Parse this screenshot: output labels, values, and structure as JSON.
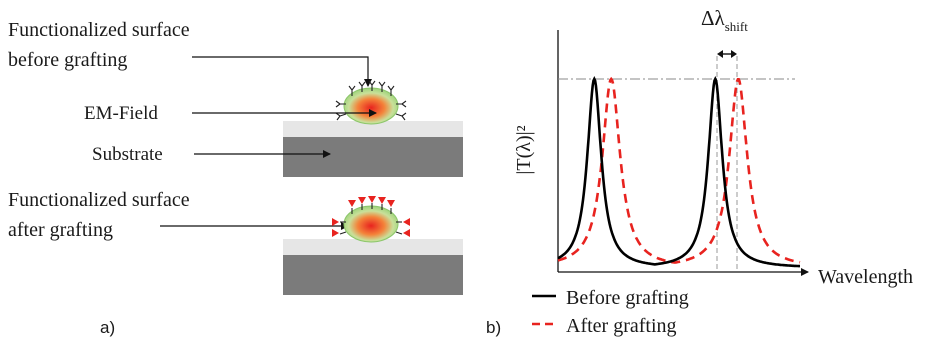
{
  "panel_a": {
    "label": "a)",
    "before_label_line1": "Functionalized surface",
    "before_label_line2": "before grafting",
    "em_field_label": "EM-Field",
    "substrate_label": "Substrate",
    "after_label_line1": "Functionalized surface",
    "after_label_line2": "after grafting"
  },
  "panel_b": {
    "label": "b)",
    "delta_symbol": "Δλ",
    "delta_subscript": "shift",
    "legend": [
      {
        "label": "Before grafting",
        "style": "solid",
        "color": "#000000"
      },
      {
        "label": "After grafting",
        "style": "dashed",
        "color": "#e8231f"
      }
    ]
  },
  "chart_data": {
    "type": "line",
    "xlabel": "Wavelength",
    "ylabel": "|T(λ)|²",
    "series": [
      {
        "name": "Before grafting",
        "resonances": [
          0.15,
          0.65
        ],
        "width": 0.035,
        "color": "#000000",
        "dash": false
      },
      {
        "name": "After grafting",
        "resonances": [
          0.22,
          0.745
        ],
        "width": 0.045,
        "color": "#e8231f",
        "dash": true
      }
    ],
    "peak_level": 1.0,
    "annotation": "Δλshift"
  },
  "colors": {
    "substrate_top": "#e6e6e6",
    "substrate_body": "#7b7b7b",
    "dashed_red": "#e8231f",
    "molecule_green": "#9bd27a"
  }
}
